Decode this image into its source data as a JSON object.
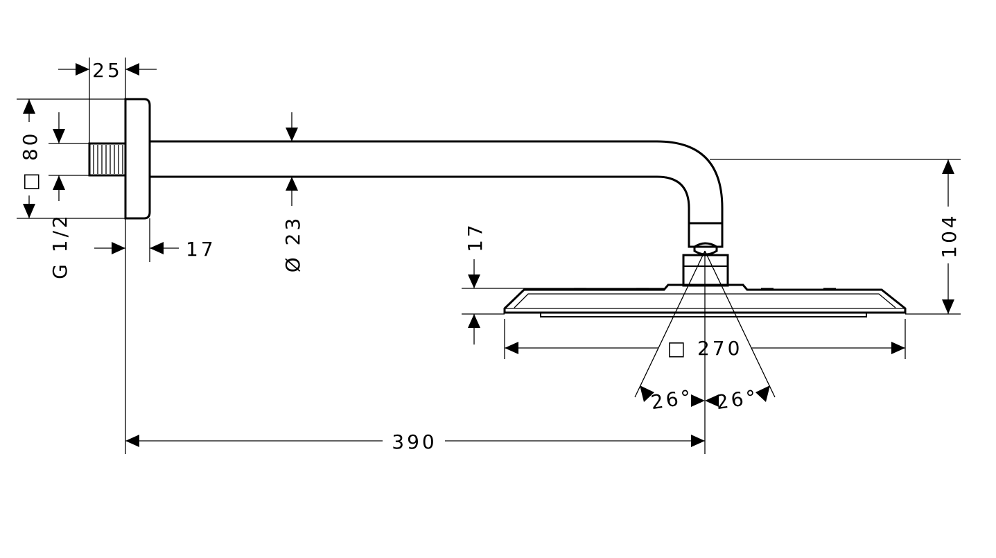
{
  "dimensions": {
    "flange_width": "25",
    "inlet_square": "□ 80",
    "thread": "G 1/2",
    "flange_depth": "17",
    "arm_diameter": "Ø 23",
    "head_thickness": "17",
    "head_height": "104",
    "head_square": "□ 270",
    "spray_angle_left": "26°",
    "spray_angle_right": "26°",
    "arm_projection": "390"
  }
}
